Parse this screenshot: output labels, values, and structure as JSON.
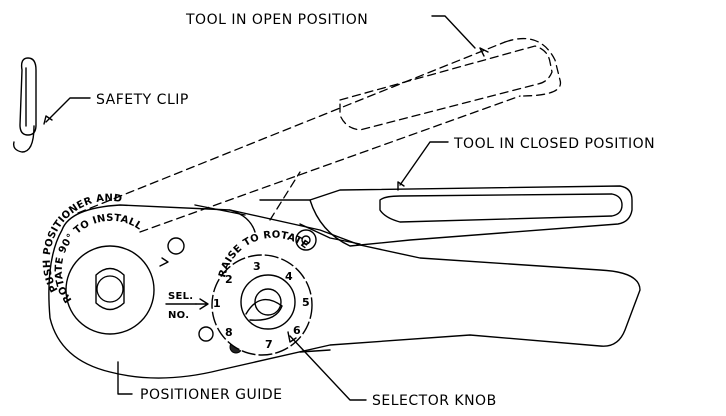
{
  "callouts": {
    "open_position": "TOOL IN OPEN POSITION",
    "safety_clip": "SAFETY CLIP",
    "closed_position": "TOOL IN CLOSED POSITION",
    "positioner_guide": "POSITIONER GUIDE",
    "selector_knob": "SELECTOR KNOB"
  },
  "tool_text": {
    "push_line1": "PUSH POSITIONER AND",
    "push_line2": "ROTATE 90° TO INSTALL",
    "raise_to_rotate": "RAISE TO ROTATE",
    "sel": "SEL.",
    "no": "NO."
  },
  "dial_numbers": [
    "1",
    "2",
    "3",
    "4",
    "5",
    "6",
    "7",
    "8"
  ]
}
